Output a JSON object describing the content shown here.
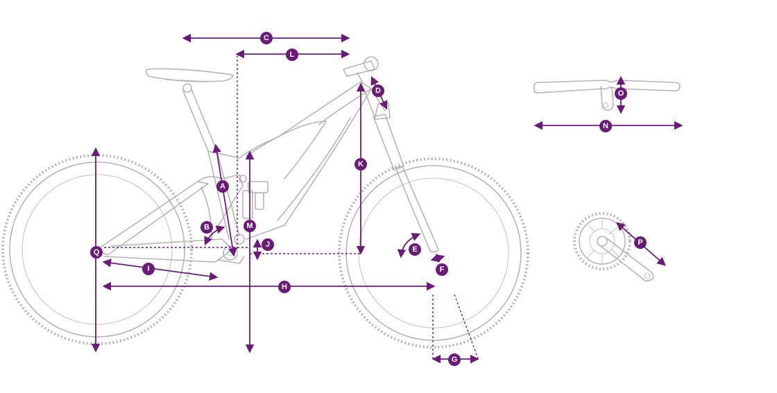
{
  "colors": {
    "measurement": "#6a1b78",
    "outline": "#b4b4b4",
    "background": "#ffffff"
  },
  "markers": [
    {
      "id": "A",
      "label": "A"
    },
    {
      "id": "B",
      "label": "B"
    },
    {
      "id": "C",
      "label": "C"
    },
    {
      "id": "D",
      "label": "D"
    },
    {
      "id": "E",
      "label": "E"
    },
    {
      "id": "F",
      "label": "F"
    },
    {
      "id": "G",
      "label": "G"
    },
    {
      "id": "H",
      "label": "H"
    },
    {
      "id": "I",
      "label": "I"
    },
    {
      "id": "J",
      "label": "J"
    },
    {
      "id": "K",
      "label": "K"
    },
    {
      "id": "L",
      "label": "L"
    },
    {
      "id": "M",
      "label": "M"
    },
    {
      "id": "N",
      "label": "N"
    },
    {
      "id": "O",
      "label": "O"
    },
    {
      "id": "P",
      "label": "P"
    },
    {
      "id": "Q",
      "label": "Q"
    }
  ]
}
